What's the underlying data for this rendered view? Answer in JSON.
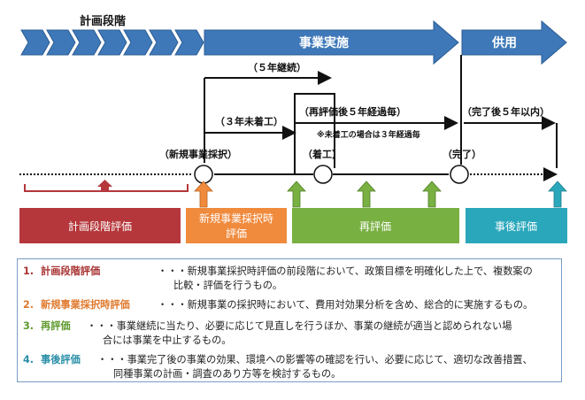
{
  "header": {
    "planning_stage": "計画段階",
    "implementation_stage": "事業実施",
    "operation_stage": "供用"
  },
  "timeline": {
    "five_year_continuation": "（５年継続）",
    "three_years_not_started": "（３年未着工）",
    "every_five_years_after_reeval": "（再評価後５年経過毎）",
    "within_five_years_after_completion": "（完了後５年以内）",
    "note_unstarted": "※未着工の場合は３年経過毎",
    "new_project_adoption": "（新規事業採択）",
    "start_of_work": "（着工）",
    "completion": "（完了）"
  },
  "evaluation_bars": [
    {
      "label": "計画段階評価",
      "color": "#b5373b"
    },
    {
      "label": "新規事業採択時評価",
      "color": "#f08a3c"
    },
    {
      "label": "再評価",
      "color": "#79b042"
    },
    {
      "label": "事後評価",
      "color": "#2aa7bb"
    }
  ],
  "legend": [
    {
      "num": "1.",
      "name": "計画段階評価",
      "color": "#a83232",
      "lines": [
        "・・・新規事業採択時評価の前段階において、政策目標を明確化した上で、複数案の",
        "比較・評価を行うもの。"
      ]
    },
    {
      "num": "2.",
      "name": "新規事業採択時評価",
      "color": "#e07a2e",
      "lines": [
        "・・・新規事業の採択時において、費用対効果分析を含め、総合的に実施するもの。"
      ]
    },
    {
      "num": "3.",
      "name": "再評価",
      "color": "#5f9a2e",
      "lines": [
        "・・・事業継続に当たり、必要に応じて見直しを行うほか、事業の継続が適当と認められない場",
        "合には事業を中止するもの。"
      ]
    },
    {
      "num": "4.",
      "name": "事後評価",
      "color": "#2a8fa8",
      "lines": [
        "・・・事業完了後の事業の効果、環境への影響等の確認を行い、必要に応じて、適切な改善措置、",
        "同種事業の計画・調査のあり方等を検討するもの。"
      ]
    }
  ],
  "colors": {
    "chevron_blue": "#3e78b8",
    "arrow_blue": "#3f74b2",
    "timeline_black": "#111111"
  }
}
